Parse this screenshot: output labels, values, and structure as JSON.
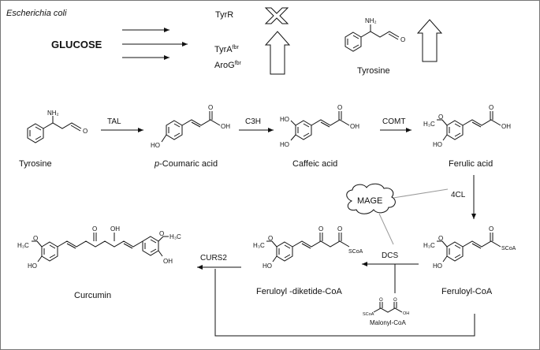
{
  "organism": "Escherichia coli",
  "start": "GLUCOSE",
  "regulators": {
    "tyrR": "TyrR",
    "tyrA_main": "TyrA",
    "tyrA_sup": "fbr",
    "aroG_main": "AroG",
    "aroG_sup": "fbr"
  },
  "compounds": {
    "tyrosine_top": "Tyrosine",
    "tyrosine": "Tyrosine",
    "pcoumaric_italic": "p",
    "pcoumaric_rest": "-Coumaric acid",
    "caffeic": "Caffeic acid",
    "ferulic": "Ferulic acid",
    "feruloyl_coa": "Feruloyl-CoA",
    "feruloyl_diketide": "Feruloyl -diketide-CoA",
    "malonyl_coa": "Malonyl-CoA",
    "curcumin": "Curcumin"
  },
  "enzymes": {
    "tal": "TAL",
    "c3h": "C3H",
    "comt": "COMT",
    "fourcl": "4CL",
    "dcs": "DCS",
    "curs2": "CURS2"
  },
  "mage": "MAGE",
  "atoms": {
    "nh2": "NH₂",
    "o": "O",
    "oh": "OH",
    "ho": "HO",
    "h3co": "H₃C",
    "scoa": "SCoA"
  },
  "colors": {
    "line": "#111111",
    "mage_line": "#9a9a9a"
  }
}
